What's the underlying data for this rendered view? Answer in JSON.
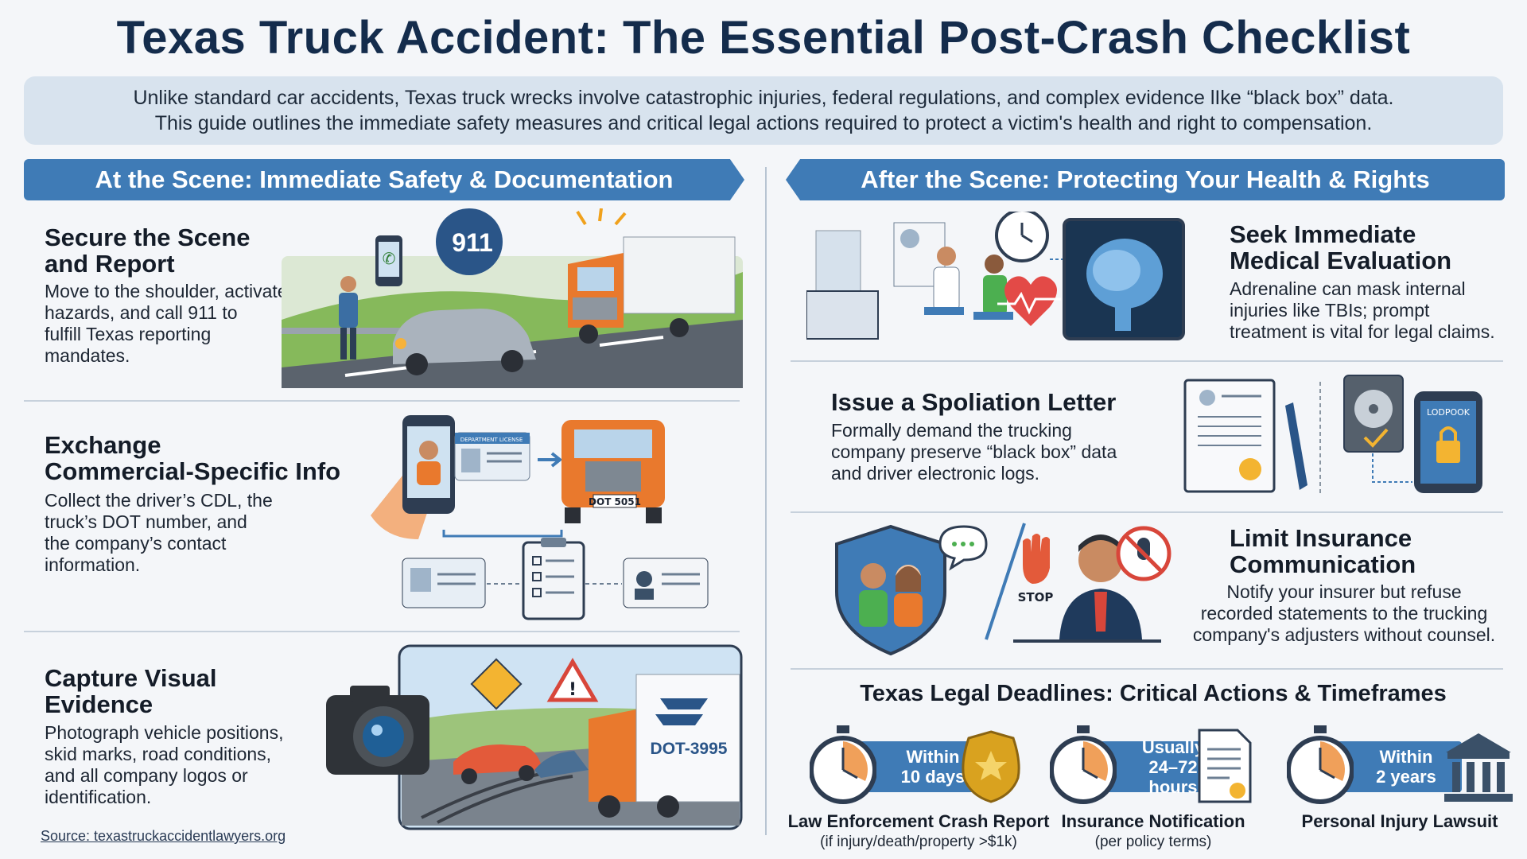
{
  "page": {
    "title": "Texas Truck Accident: The Essential Post-Crash Checklist",
    "intro_line1": "Unlike standard car accidents, Texas truck wrecks involve catastrophic injuries, federal regulations, and complex evidence lIke “black box” data.",
    "intro_line2": "This guide outlines the immediate safety measures and critical legal actions required to protect a victim's health and right to compensation."
  },
  "left_column": {
    "header": "At the Scene: Immediate Safety & Documentation",
    "steps": [
      {
        "title_line1": "Secure the Scene",
        "title_line2": "and Report",
        "body": [
          "Move to the shoulder, activate",
          "hazards, and call 911 to",
          "fulfill Texas reporting",
          "mandates."
        ]
      },
      {
        "title_line1": "Exchange",
        "title_line2": "Commercial-Specific Info",
        "body": [
          "Collect the driver’s CDL, the",
          "truck’s DOT number, and",
          "the company’s contact",
          "information."
        ]
      },
      {
        "title_line1": "Capture Visual",
        "title_line2": "Evidence",
        "body": [
          "Photograph vehicle positions,",
          "skid marks, road conditions,",
          "and all company logos or",
          "identification."
        ]
      }
    ]
  },
  "right_column": {
    "header": "After the Scene: Protecting Your Health & Rights",
    "steps": [
      {
        "title_line1": "Seek Immediate",
        "title_line2": "Medical Evaluation",
        "body": [
          "Adrenaline can mask internal",
          "injuries like TBIs; prompt",
          "treatment is vital for legal claims."
        ]
      },
      {
        "title_line1": "Issue a Spoliation Letter",
        "body": [
          "Formally demand the trucking",
          "company preserve “black box” data",
          "and driver electronic logs."
        ]
      },
      {
        "title_line1": "Limit Insurance",
        "title_line2": "Communication",
        "body": [
          "Notify your insurer but refuse",
          "recorded statements to the trucking",
          "company's adjusters without counsel."
        ]
      }
    ]
  },
  "illustration_text": {
    "phone_call": "911",
    "truck_plate": "DOT 5051",
    "trailer_dot": "DOT-3995",
    "stop_sign": "STOP",
    "lock_screen": "LODPOOK",
    "license_card": "DEPARTMENT LICENSE"
  },
  "deadlines": {
    "title": "Texas Legal Deadlines: Critical Actions & Timeframes",
    "items": [
      {
        "time_line1": "Within",
        "time_line2": "10 days",
        "label": "Law Enforcement Crash Report",
        "sub": "(if injury/death/property >$1k)",
        "icon": "police-badge-icon"
      },
      {
        "time_line1": "Usually",
        "time_line2": "24–72",
        "time_line3": "hours",
        "label": "Insurance Notification",
        "sub": "(per policy terms)",
        "icon": "document-icon"
      },
      {
        "time_line1": "Within",
        "time_line2": "2 years",
        "label": "Personal Injury Lawsuit",
        "sub": "",
        "icon": "courthouse-icon"
      }
    ]
  },
  "source": "Source: texastruckaccidentlawyers.org",
  "colors": {
    "accent_blue": "#3f7bb6",
    "title_navy": "#142c4c",
    "truck_orange": "#e9792d",
    "alert_red": "#d8463a"
  }
}
